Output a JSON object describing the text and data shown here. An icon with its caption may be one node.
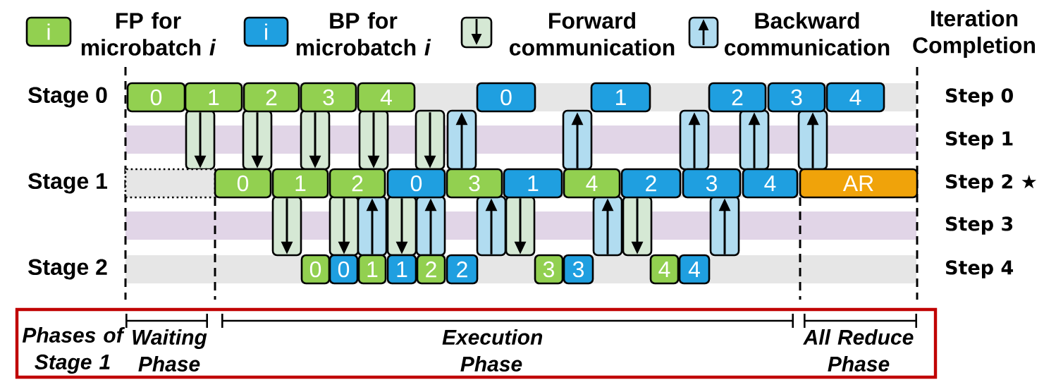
{
  "diagram": {
    "nodes": [
      {
        "text": [
          "0"
        ]
      },
      {
        "text": [
          "1"
        ]
      },
      {
        "text": [
          "2"
        ]
      },
      {
        "text": [
          "3"
        ]
      },
      {
        "text": [
          "4"
        ]
      },
      {
        "text": [
          "0"
        ]
      },
      {
        "text": [
          "1"
        ]
      },
      {
        "text": [
          "2"
        ]
      },
      {
        "text": [
          "3"
        ]
      },
      {
        "text": [
          "4"
        ]
      },
      {
        "text": [],
        "shape": "box"
      },
      {
        "text": [
          "0"
        ]
      },
      {
        "text": [
          "1"
        ]
      },
      {
        "text": [
          "2"
        ]
      },
      {
        "text": [
          "0"
        ]
      },
      {
        "text": [
          "3"
        ]
      },
      {
        "text": [
          "1"
        ]
      },
      {
        "text": [
          "4"
        ]
      },
      {
        "text": [
          "2"
        ]
      },
      {
        "text": [
          "3"
        ]
      },
      {
        "text": [
          "4"
        ]
      },
      {
        "text": [
          "AR"
        ]
      },
      {
        "text": [
          "0"
        ]
      },
      {
        "text": [
          "0"
        ]
      },
      {
        "text": [
          "1"
        ]
      },
      {
        "text": [
          "1"
        ]
      },
      {
        "text": [
          "2"
        ]
      },
      {
        "text": [
          "2"
        ]
      },
      {
        "text": [
          "3"
        ]
      },
      {
        "text": [
          "3"
        ]
      },
      {
        "text": [
          "4"
        ]
      },
      {
        "text": [
          "4"
        ]
      }
    ],
    "edges": [
      {
        "from": 1,
        "to": 10,
        "arrow": "to"
      },
      {
        "from": 2,
        "to": 11,
        "arrow": "to"
      },
      {
        "from": 3,
        "to": 12,
        "arrow": "to"
      },
      {
        "from": 4,
        "to": 13,
        "arrow": "to"
      },
      {
        "from": 4,
        "to": 14,
        "arrow": "to"
      },
      {
        "from": 15,
        "to": 5,
        "arrow": "to"
      },
      {
        "from": 17,
        "to": 6,
        "arrow": "to"
      },
      {
        "from": 19,
        "to": 7,
        "arrow": "to"
      },
      {
        "from": 20,
        "to": 7,
        "arrow": "to"
      },
      {
        "from": 21,
        "to": 8,
        "arrow": "to"
      },
      {
        "from": 12,
        "to": 22,
        "arrow": "to"
      },
      {
        "from": 13,
        "to": 23,
        "arrow": "to"
      },
      {
        "from": 24,
        "to": 13,
        "arrow": "to"
      },
      {
        "from": 14,
        "to": 25,
        "arrow": "to"
      },
      {
        "from": 26,
        "to": 14,
        "arrow": "to"
      },
      {
        "from": 27,
        "to": 15,
        "arrow": "to"
      },
      {
        "from": 16,
        "to": 28,
        "arrow": "to"
      },
      {
        "from": 29,
        "to": 17,
        "arrow": "to"
      },
      {
        "from": 18,
        "to": 30,
        "arrow": "to"
      },
      {
        "from": 31,
        "to": 19,
        "arrow": "to"
      }
    ],
    "labels": [
      "i",
      "i",
      "Iteration Completion",
      "Stage 0",
      "Stage 1",
      "Stage 2",
      "Step 0",
      "Step 1",
      "Step 2 ★",
      "Step 3",
      "Step 4",
      "Phases of Stage 1",
      "Waiting Phase",
      "Execution Phase",
      "All Reduce Phase"
    ],
    "legend": [
      {
        "text": "FP for microbatch *i*",
        "color": "#92d050"
      },
      {
        "text": "BP for microbatch *i*",
        "color": "#1f9fe0"
      },
      {
        "text": "Forward communication"
      },
      {
        "text": "Backward communication"
      }
    ]
  }
}
